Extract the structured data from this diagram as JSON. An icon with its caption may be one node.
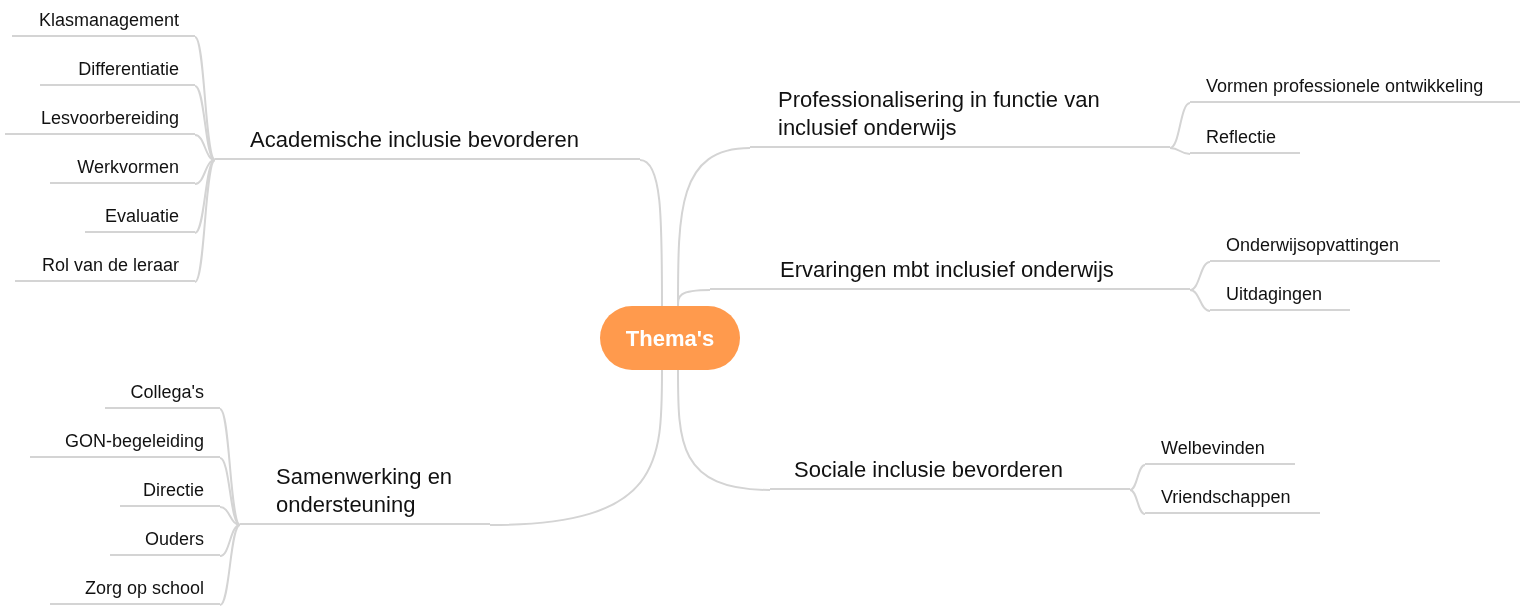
{
  "diagram": {
    "nodes": [
      {
        "text": [
          "Thema's"
        ]
      },
      {
        "text": [
          "Academische inclusie bevorderen"
        ]
      },
      {
        "text": [
          "Klasmanagement"
        ]
      },
      {
        "text": [
          "Differentiatie"
        ]
      },
      {
        "text": [
          "Lesvoorbereiding"
        ]
      },
      {
        "text": [
          "Werkvormen"
        ]
      },
      {
        "text": [
          "Evaluatie"
        ]
      },
      {
        "text": [
          "Rol van de leraar"
        ]
      },
      {
        "text": [
          "Professionalisering in functie van inclusief onderwijs"
        ]
      },
      {
        "text": [
          "Vormen professionele ontwikkeling"
        ]
      },
      {
        "text": [
          "Reflectie"
        ]
      },
      {
        "text": [
          "Ervaringen mbt inclusief onderwijs"
        ]
      },
      {
        "text": [
          "Onderwijsopvattingen"
        ]
      },
      {
        "text": [
          "Uitdagingen"
        ]
      },
      {
        "text": [
          "Sociale inclusie bevorderen"
        ]
      },
      {
        "text": [
          "Welbevinden"
        ]
      },
      {
        "text": [
          "Vriendschappen"
        ]
      },
      {
        "text": [
          "Samenwerking en ondersteuning"
        ]
      },
      {
        "text": [
          "Collega's"
        ]
      },
      {
        "text": [
          "GON-begeleiding"
        ]
      },
      {
        "text": [
          "Directie"
        ]
      },
      {
        "text": [
          "Ouders"
        ]
      },
      {
        "text": [
          "Zorg op school"
        ]
      }
    ],
    "edges": [
      {
        "from": 0,
        "to": 1,
        "arrow": "none"
      },
      {
        "from": 1,
        "to": 2,
        "arrow": "none"
      },
      {
        "from": 1,
        "to": 3,
        "arrow": "none"
      },
      {
        "from": 1,
        "to": 4,
        "arrow": "none"
      },
      {
        "from": 1,
        "to": 5,
        "arrow": "none"
      },
      {
        "from": 1,
        "to": 6,
        "arrow": "none"
      },
      {
        "from": 1,
        "to": 7,
        "arrow": "none"
      },
      {
        "from": 0,
        "to": 8,
        "arrow": "none"
      },
      {
        "from": 8,
        "to": 9,
        "arrow": "none"
      },
      {
        "from": 8,
        "to": 10,
        "arrow": "none"
      },
      {
        "from": 0,
        "to": 11,
        "arrow": "none"
      },
      {
        "from": 11,
        "to": 12,
        "arrow": "none"
      },
      {
        "from": 11,
        "to": 13,
        "arrow": "none"
      },
      {
        "from": 0,
        "to": 14,
        "arrow": "none"
      },
      {
        "from": 14,
        "to": 15,
        "arrow": "none"
      },
      {
        "from": 14,
        "to": 16,
        "arrow": "none"
      },
      {
        "from": 0,
        "to": 17,
        "arrow": "none"
      },
      {
        "from": 17,
        "to": 18,
        "arrow": "none"
      },
      {
        "from": 17,
        "to": 19,
        "arrow": "none"
      },
      {
        "from": 17,
        "to": 20,
        "arrow": "none"
      },
      {
        "from": 17,
        "to": 21,
        "arrow": "none"
      },
      {
        "from": 17,
        "to": 22,
        "arrow": "none"
      }
    ]
  }
}
